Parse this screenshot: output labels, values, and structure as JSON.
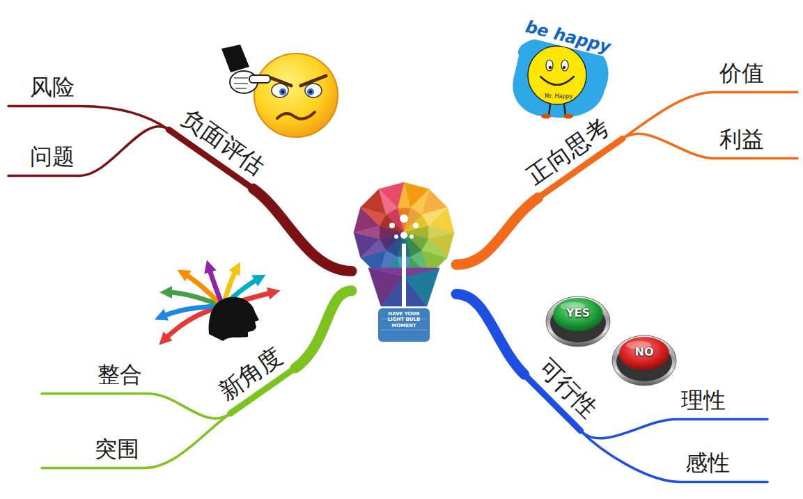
{
  "diagram": {
    "nodes": [
      {
        "text": [
          "HAVE YOUR LIGHT BULB MOMENT"
        ]
      },
      {
        "text": [
          "负面评估"
        ]
      },
      {
        "text": [
          "风险"
        ]
      },
      {
        "text": [
          "问题"
        ]
      },
      {
        "text": [
          "正向思考"
        ]
      },
      {
        "text": [
          "价值"
        ]
      },
      {
        "text": [
          "利益"
        ]
      },
      {
        "text": [
          "新角度"
        ]
      },
      {
        "text": [
          "整合"
        ]
      },
      {
        "text": [
          "突围"
        ]
      },
      {
        "text": [
          "可行性"
        ]
      },
      {
        "text": [
          "理性"
        ]
      },
      {
        "text": [
          "感性"
        ]
      }
    ],
    "edges": [
      {
        "from": 0,
        "to": 1,
        "arrow": "none"
      },
      {
        "from": 1,
        "to": 2,
        "arrow": "none"
      },
      {
        "from": 1,
        "to": 3,
        "arrow": "none"
      },
      {
        "from": 0,
        "to": 4,
        "arrow": "none"
      },
      {
        "from": 4,
        "to": 5,
        "arrow": "none"
      },
      {
        "from": 4,
        "to": 6,
        "arrow": "none"
      },
      {
        "from": 0,
        "to": 7,
        "arrow": "none"
      },
      {
        "from": 7,
        "to": 8,
        "arrow": "none"
      },
      {
        "from": 7,
        "to": 9,
        "arrow": "none"
      },
      {
        "from": 0,
        "to": 10,
        "arrow": "none"
      },
      {
        "from": 10,
        "to": 11,
        "arrow": "none"
      },
      {
        "from": 10,
        "to": 12,
        "arrow": "none"
      }
    ],
    "labels": [
      "be happy",
      "Mr. Happy",
      "YES",
      "NO"
    ]
  }
}
